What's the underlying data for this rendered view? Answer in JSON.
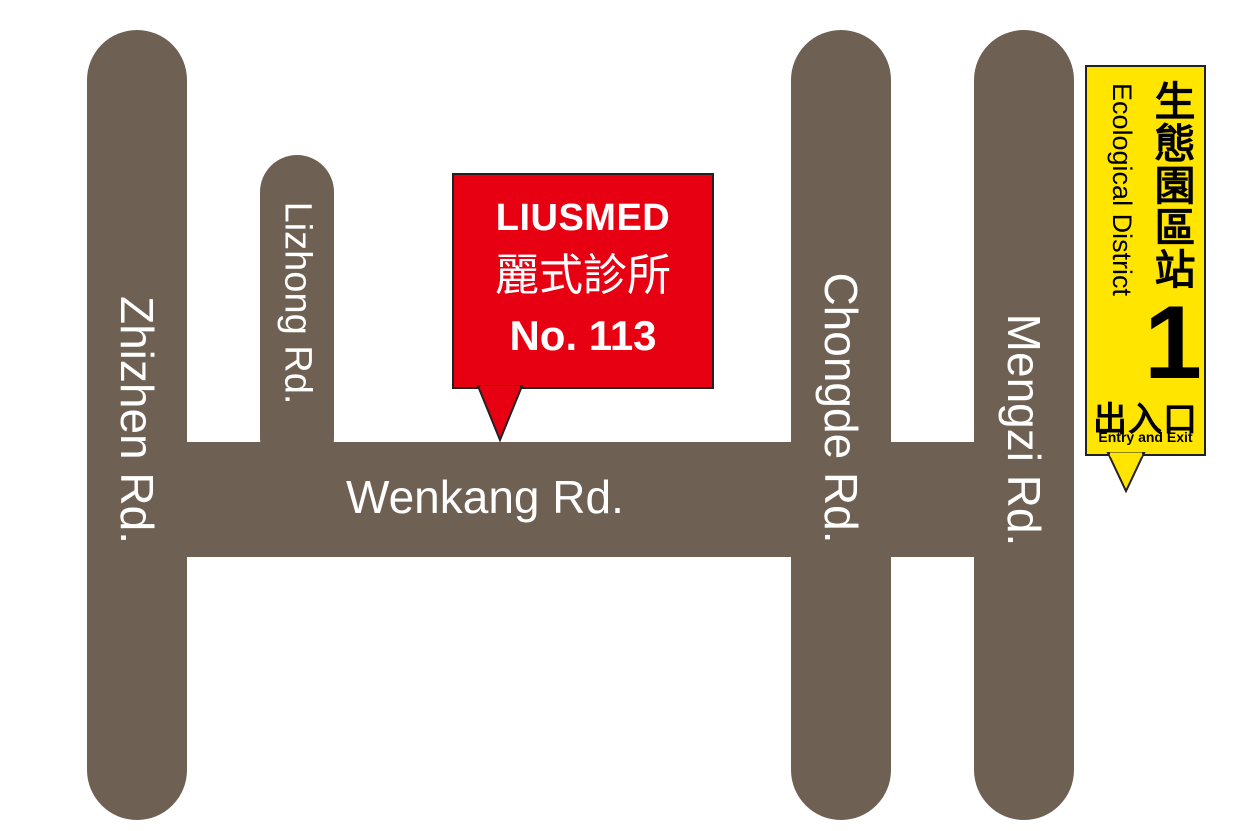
{
  "roads": {
    "zhizhen": "Zhizhen Rd.",
    "lizhong": "Lizhong Rd.",
    "wenkang": "Wenkang Rd.",
    "chongde": "Chongde Rd.",
    "mengzi": "Mengzi Rd."
  },
  "clinic_marker": {
    "name_en": "LIUSMED",
    "name_zh": "麗式診所",
    "address": "No. 113",
    "color": "#e60012"
  },
  "station_marker": {
    "name_zh": "生態園區站",
    "name_en": "Ecological District",
    "exit_number": "1",
    "exit_zh": "出入口",
    "exit_en": "Entry and Exit",
    "color": "#ffe500"
  },
  "colors": {
    "road": "#6e6052",
    "background": "#ffffff"
  }
}
